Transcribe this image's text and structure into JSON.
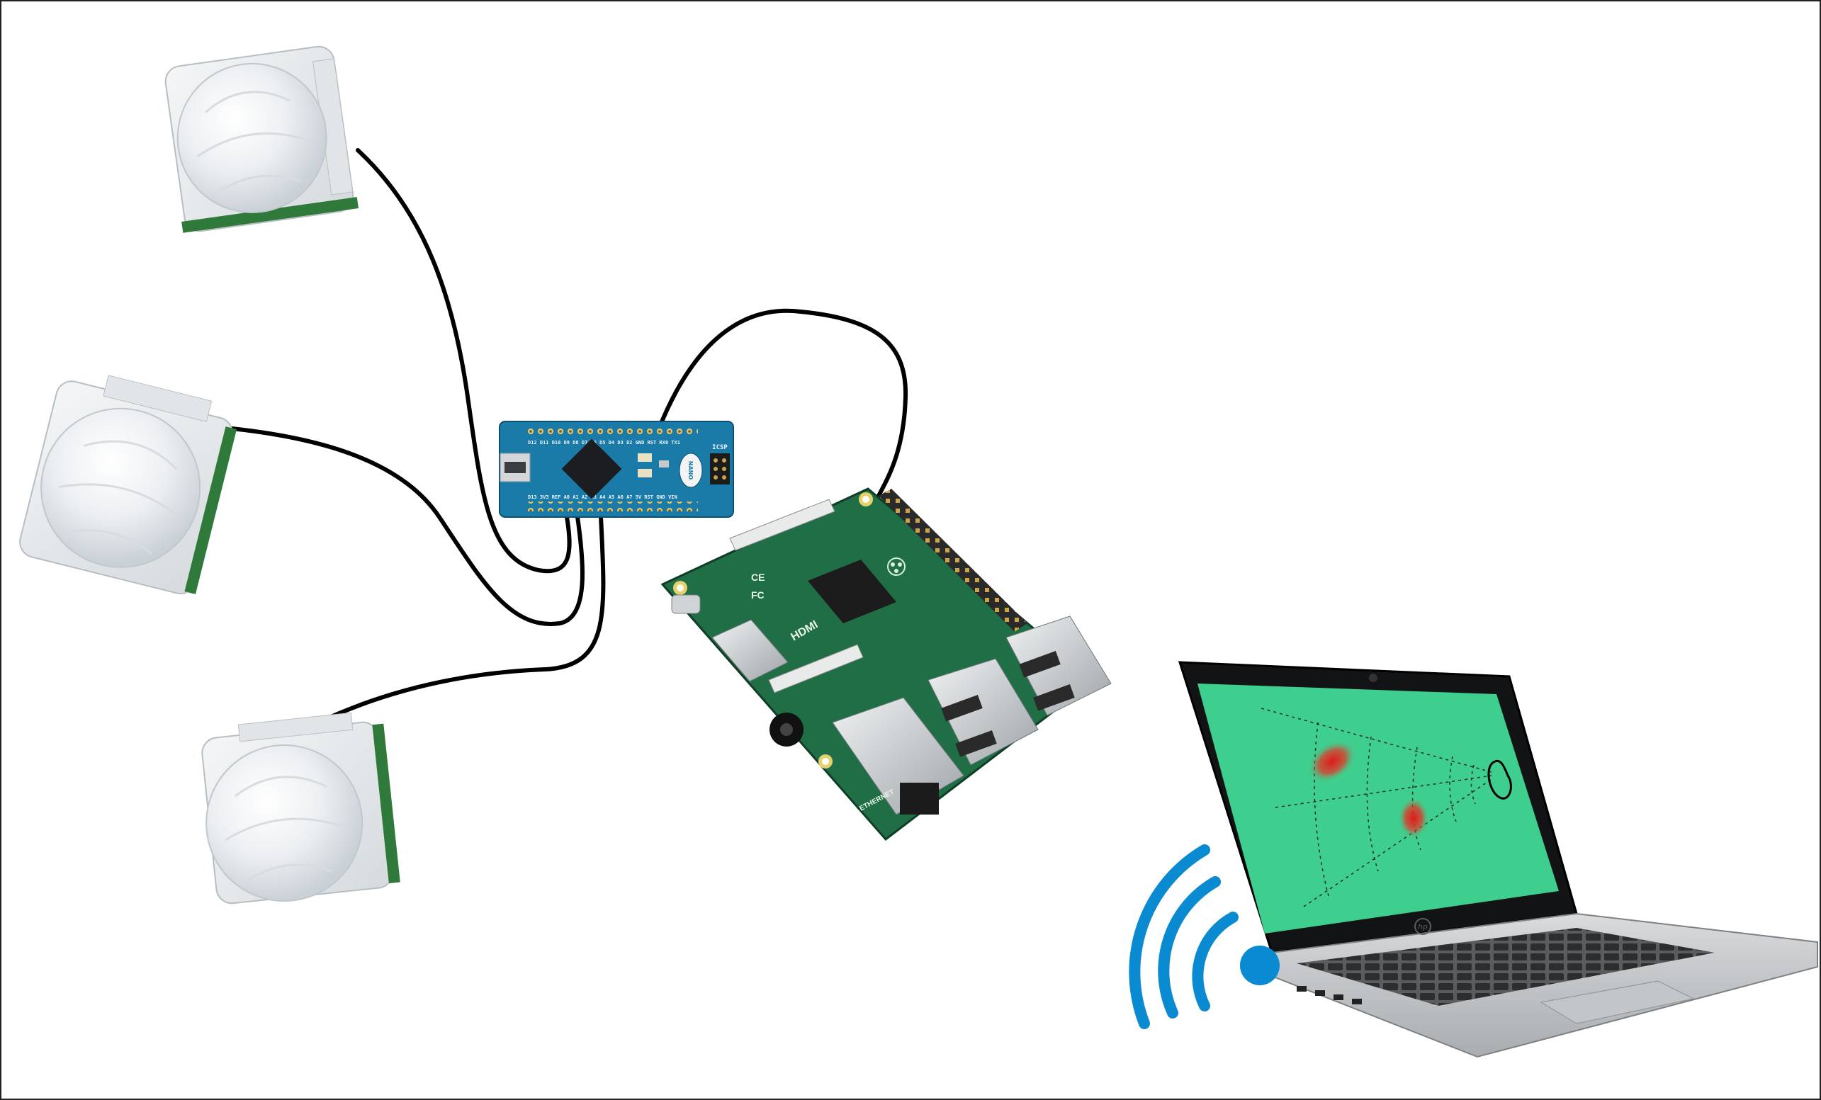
{
  "diagram": {
    "components": {
      "pir_sensors": [
        {
          "name": "pir-sensor-1"
        },
        {
          "name": "pir-sensor-2"
        },
        {
          "name": "pir-sensor-3"
        }
      ],
      "microcontroller": {
        "board_label": "NANO",
        "header_label": "ICSP",
        "pins_top": "D12 D11 D10 D9 D8 D7 D6 D5 D4 D3 D2 GND RST RX0 TX1",
        "pins_bottom": "D13 3V3 REF A0 A1 A2 A3 A4 A5 A6 A7 5V RST GND VIN"
      },
      "raspberry_pi": {
        "port_hdmi": "HDMI",
        "mark_ce": "CE",
        "mark_fc": "FC",
        "port_ethernet": "ETHERNET"
      },
      "laptop": {
        "brand": "hp"
      }
    },
    "colors": {
      "wire": "#000000",
      "arduino_pcb": "#1a7aa8",
      "rpi_pcb": "#1f6e45",
      "screen": "#3ecf8e",
      "heat_blob": "#e02020",
      "wifi": "#0a8ad0",
      "sensor_dome": "#eef1f3"
    },
    "icons": [
      "wifi-icon",
      "raspberry-logo-icon",
      "hp-logo-icon"
    ]
  }
}
